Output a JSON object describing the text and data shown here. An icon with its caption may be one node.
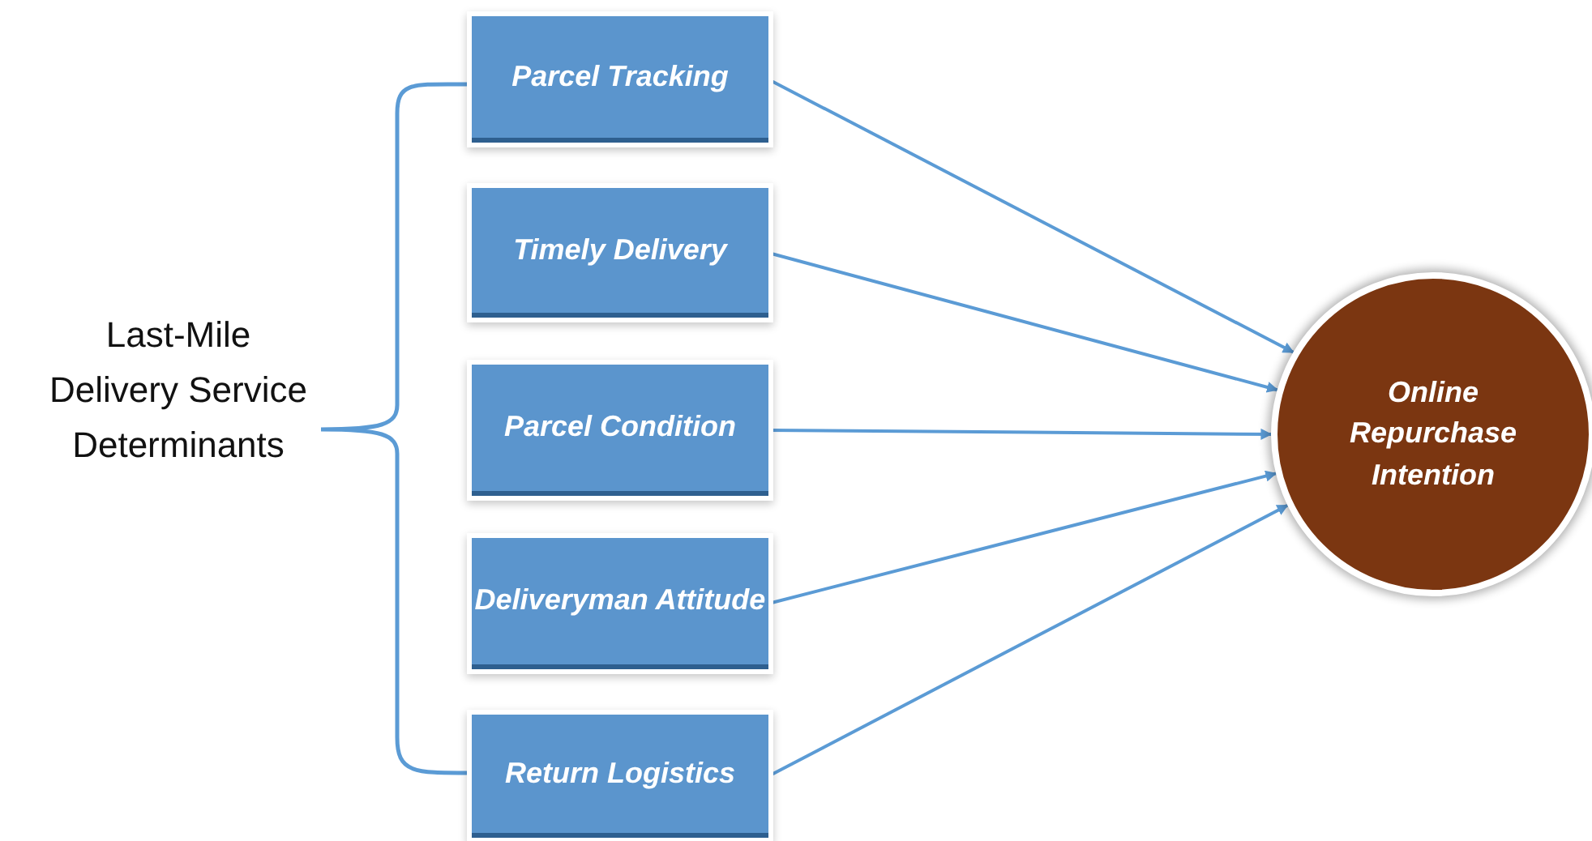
{
  "diagram": {
    "nodes": [
      {
        "text": [
          "Parcel Tracking"
        ]
      },
      {
        "text": [
          "Timely Delivery"
        ]
      },
      {
        "text": [
          "Parcel Condition"
        ]
      },
      {
        "text": [
          "Deliveryman Attitude"
        ]
      },
      {
        "text": [
          "Return Logistics"
        ]
      },
      {
        "text": [
          "Online Repurchase Intention"
        ]
      }
    ],
    "edges": [
      {
        "from": 0,
        "to": 5,
        "arrow": "to"
      },
      {
        "from": 1,
        "to": 5,
        "arrow": "to"
      },
      {
        "from": 2,
        "to": 5,
        "arrow": "to"
      },
      {
        "from": 3,
        "to": 5,
        "arrow": "to"
      },
      {
        "from": 4,
        "to": 5,
        "arrow": "to"
      }
    ],
    "labels": [
      "Last-Mile Delivery Service Determinants"
    ]
  }
}
